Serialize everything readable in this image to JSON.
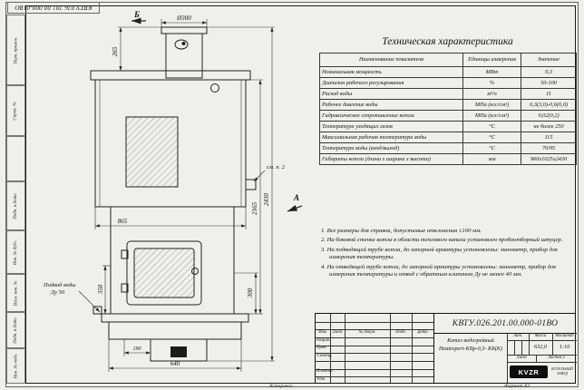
{
  "sheet": {
    "doc_code": "КВТУ.026.201.00.000-01ВО",
    "copy_label": "Копировал",
    "format_label": "Формат А3",
    "side_labels": [
      "Перв. примен.",
      "Справ. №",
      "Подп. и дата",
      "Инв. № дубл.",
      "Взам. инв. №",
      "Подп. и дата",
      "Инв. № подл."
    ]
  },
  "drawing": {
    "labels": {
      "section_b": "Б",
      "view_a": "А",
      "diameter_top": "Ø300",
      "dim_265": "265",
      "dim_865": "865",
      "dim_2165": "2165",
      "dim_2430": "2430",
      "dim_350": "350",
      "dim_300": "300",
      "dim_190": "190",
      "dim_640": "640",
      "note_ref": "см. п. 2",
      "water_inlet_1": "Подвод воды",
      "water_inlet_2": "Ду 50"
    }
  },
  "spec_table": {
    "title": "Техническая характеристика",
    "headers": [
      "Наименование показателя",
      "Единицы измерения",
      "Значение"
    ],
    "rows": [
      [
        "Номинальная мощность",
        "МВт",
        "0,3"
      ],
      [
        "Диапазон рабочего регулирования",
        "%",
        "50-100"
      ],
      [
        "Расход воды",
        "м³/ч",
        "11"
      ],
      [
        "Рабочее давление воды",
        "МПа (кгс/см²)",
        "0,3(3,0)-0,6(6,0)"
      ],
      [
        "Гидравлическое сопротивление котла",
        "МПа (кгс/см²)",
        "0,02(0,2)"
      ],
      [
        "Температура уходящих газов",
        "°С",
        "не более 250"
      ],
      [
        "Максимальная рабочая температура воды",
        "°С",
        "115"
      ],
      [
        "Температура воды (вход/выход)",
        "°С",
        "70/95"
      ],
      [
        "Габариты котла (длина х ширина х высота)",
        "мм",
        "960х1025х2430"
      ]
    ]
  },
  "notes": {
    "items": [
      "1. Все размеры для справок, допустимые отклонения ±100 мм.",
      "2. На боковой стенке котла в области теплового канала установлен пробоотборный штуцер.",
      "3. На подводящей трубе котла, до запорной арматуры установлены: манометр, прибор для измерения температуры.",
      "4. На отводящей трубе котла, до запорной арматуры установлены: манометр, прибор для измерения температуры и отвод с обратным клапаном Ду не менее 40 мм."
    ]
  },
  "title_block": {
    "code": "КВТУ.026.201.00.000-01ВО",
    "columns": [
      "Изм.",
      "Лист",
      "№ докум.",
      "Подп.",
      "Дата"
    ],
    "roles": [
      "Разраб.",
      "Пров.",
      "Т.контр.",
      "Н.контр.",
      "Утв."
    ],
    "product_name_1": "Котел водогрейный",
    "product_name_2": "Heatexpert-КВр-0,3- КБ(К)",
    "lit_label": "Лит.",
    "mass_label": "Масса",
    "scale_label": "Масштаб",
    "mass_value": "632,0",
    "scale_value": "1:10",
    "sheet_label": "Лист",
    "sheets_label": "Листов 2",
    "logo_text": "KVZR",
    "company_line_1": "КОТЕЛЬНЫЙ",
    "company_line_2": "ЗАВОД"
  }
}
